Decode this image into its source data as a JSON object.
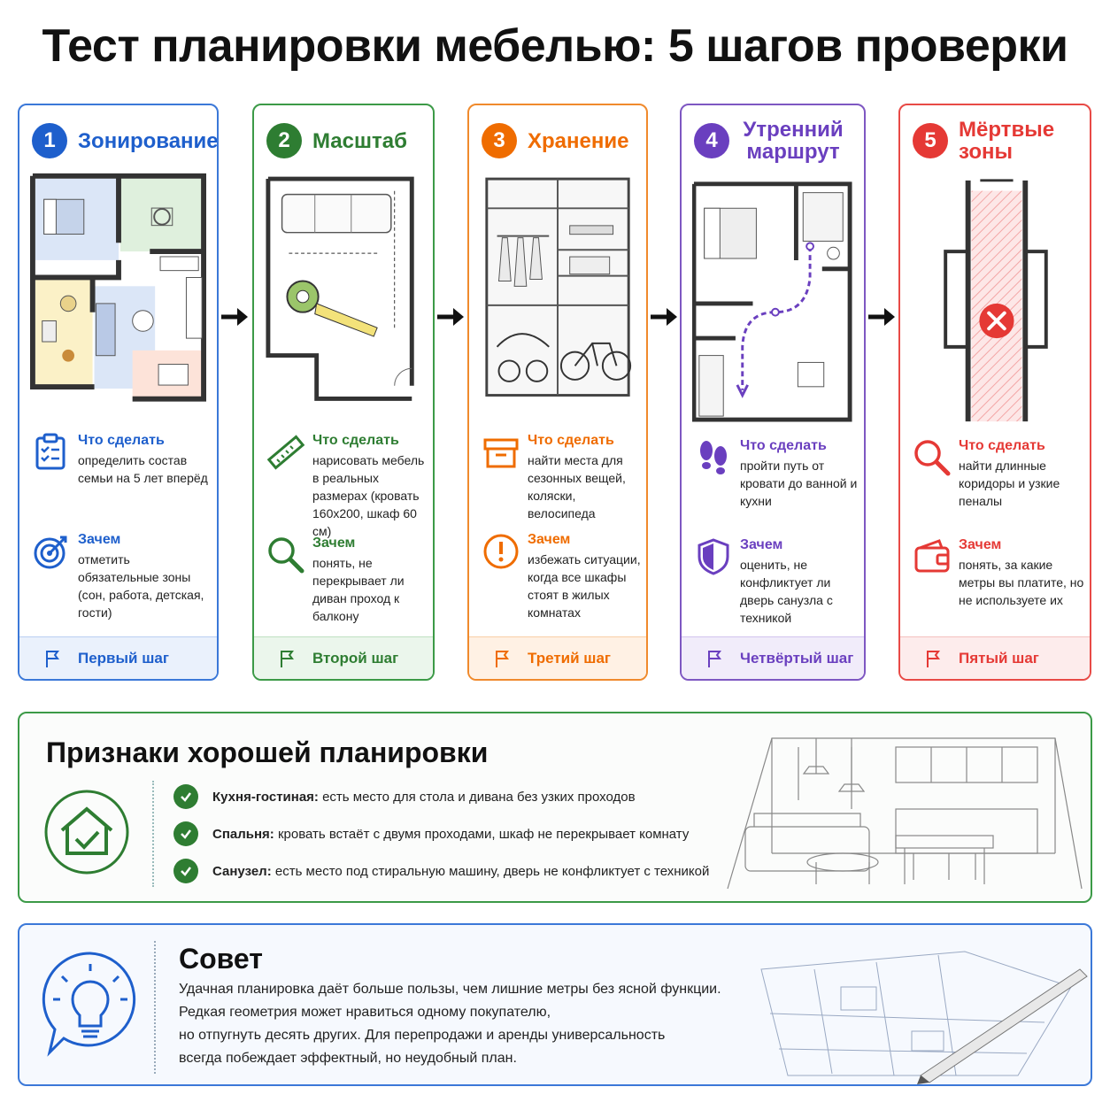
{
  "title": "Тест планировки мебелью: 5 шагов проверки",
  "steps": [
    {
      "number": "1",
      "title": "Зонирование",
      "color": "#1e5fcc",
      "what_label": "Что сделать",
      "what_text": "определить состав семьи на 5 лет вперёд",
      "why_label": "Зачем",
      "why_text": "отметить обязательные зоны (сон, работа, детская, гости)",
      "footer": "Первый шаг"
    },
    {
      "number": "2",
      "title": "Масштаб",
      "color": "#2e7d32",
      "what_label": "Что сделать",
      "what_text": "нарисовать мебель в реальных размерах (кровать 160х200, шкаф 60 см)",
      "why_label": "Зачем",
      "why_text": "понять, не перекрывает ли диван проход к балкону",
      "footer": "Второй шаг"
    },
    {
      "number": "3",
      "title": "Хранение",
      "color": "#ef6c00",
      "what_label": "Что сделать",
      "what_text": "найти места для сезонных вещей, коляски, велосипеда",
      "why_label": "Зачем",
      "why_text": "избежать ситуации, когда все шкафы стоят в жилых комнатах",
      "footer": "Третий шаг"
    },
    {
      "number": "4",
      "title": "Утренний маршрут",
      "color": "#6a3fbf",
      "what_label": "Что сделать",
      "what_text": "пройти путь от кровати до ванной и кухни",
      "why_label": "Зачем",
      "why_text": "оценить, не конфликтует ли дверь санузла с техникой",
      "footer": "Четвёртый шаг"
    },
    {
      "number": "5",
      "title": "Мёртвые зоны",
      "color": "#e53935",
      "what_label": "Что сделать",
      "what_text": "найти длинные коридоры и узкие пеналы",
      "why_label": "Зачем",
      "why_text": "понять, за какие метры вы платите, но не используете их",
      "footer": "Пятый шаг"
    }
  ],
  "signs": {
    "title": "Признаки хорошей планировки",
    "items": [
      {
        "label": "Кухня-гостиная:",
        "text": " есть место для стола и дивана без узких проходов"
      },
      {
        "label": "Спальня:",
        "text": " кровать встаёт с двумя проходами, шкаф не перекрывает комнату"
      },
      {
        "label": "Санузел:",
        "text": " есть место под стиральную машину, дверь не конфликтует с техникой"
      }
    ]
  },
  "tip": {
    "title": "Совет",
    "lines": [
      "Удачная планировка даёт больше пользы, чем лишние метры без ясной функции.",
      "Редкая геометрия может нравиться одному покупателю,",
      "но отпугнуть десять других. Для перепродажи и аренды универсальность",
      "всегда побеждает эффектный, но неудобный план."
    ]
  },
  "icons": {
    "what": [
      "clipboard-icon",
      "ruler-icon",
      "box-icon",
      "footprints-icon",
      "search-icon"
    ],
    "why": [
      "target-icon",
      "search-icon",
      "exclamation-icon",
      "shield-icon",
      "wallet-icon"
    ],
    "footer": "flag-icon"
  }
}
